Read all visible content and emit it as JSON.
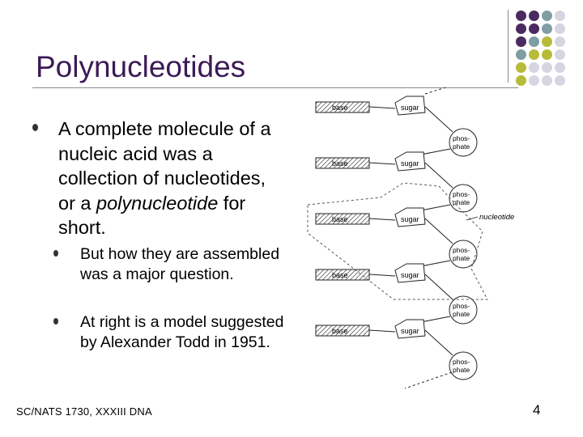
{
  "slide": {
    "title": "Polynucleotides",
    "bullet": {
      "prefix": "A complete molecule of a nucleic acid was a collection of nucleotides, or a ",
      "emphasis": "polynucleotide",
      "suffix": " for short."
    },
    "sub_bullets": [
      "But how they are assembled was a major question.",
      "At right is a model suggested by Alexander Todd in 1951."
    ],
    "footer": "SC/NATS 1730, XXXIII DNA",
    "page_number": "4"
  },
  "diagram": {
    "units": [
      {
        "base": "base",
        "sugar": "sugar",
        "phosphate": [
          "phos-",
          "phate"
        ]
      },
      {
        "base": "base",
        "sugar": "sugar",
        "phosphate": [
          "phos-",
          "phate"
        ]
      },
      {
        "base": "base",
        "sugar": "sugar",
        "phosphate": [
          "phos-",
          "phate"
        ]
      },
      {
        "base": "base",
        "sugar": "sugar",
        "phosphate": [
          "phos-",
          "phate"
        ]
      },
      {
        "base": "base",
        "sugar": "sugar",
        "phosphate": [
          "phos-",
          "phate"
        ]
      }
    ],
    "nucleotide_label": "nucleotide"
  },
  "theme": {
    "title_color": "#3c1a56",
    "dot_colors": [
      "#4a2a60",
      "#7f9ea3",
      "#b8bb3a",
      "#d6d6e2"
    ]
  }
}
